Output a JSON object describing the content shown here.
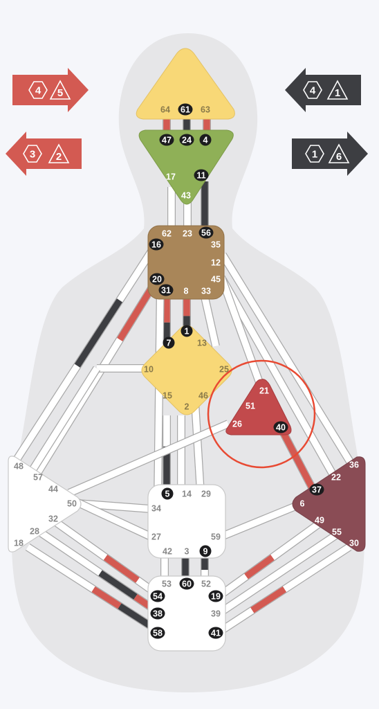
{
  "colors": {
    "background": "#f5f6fa",
    "silhouette": "#e6e6e8",
    "channel_white": "#ffffff",
    "channel_outline": "#a8a8a8",
    "black_activation": "#3d3e42",
    "red_activation": "#d35a52",
    "center_yellow": "#f8d877",
    "center_green": "#8fb057",
    "center_brown": "#a98659",
    "center_maroon": "#8a4c55",
    "center_red": "#c24a4c",
    "center_white": "#ffffff",
    "highlight_ring": "#e84a33"
  },
  "arrows": {
    "top_left": {
      "numbers": [
        "4",
        "5"
      ],
      "color": "#d35a52",
      "direction": "right"
    },
    "bottom_left": {
      "numbers": [
        "3",
        "2"
      ],
      "color": "#d35a52",
      "direction": "left"
    },
    "top_right": {
      "numbers": [
        "4",
        "1"
      ],
      "color": "#3d3e42",
      "direction": "left"
    },
    "bottom_right": {
      "numbers": [
        "1",
        "6"
      ],
      "color": "#3d3e42",
      "direction": "right"
    }
  },
  "centers": [
    {
      "id": "head",
      "shape": "triangle-up",
      "color": "#f8d877",
      "defined": true
    },
    {
      "id": "ajna",
      "shape": "triangle-down",
      "color": "#8fb057",
      "defined": true
    },
    {
      "id": "throat",
      "shape": "square",
      "color": "#a98659",
      "defined": true
    },
    {
      "id": "g",
      "shape": "diamond",
      "color": "#f8d877",
      "defined": true
    },
    {
      "id": "heart",
      "shape": "triangle-small",
      "color": "#c24a4c",
      "defined": true,
      "highlighted": true
    },
    {
      "id": "spleen",
      "shape": "triangle-left",
      "color": "#ffffff",
      "defined": false
    },
    {
      "id": "solar_plexus",
      "shape": "triangle-right",
      "color": "#8a4c55",
      "defined": true
    },
    {
      "id": "sacral",
      "shape": "square",
      "color": "#ffffff",
      "defined": false
    },
    {
      "id": "root",
      "shape": "square",
      "color": "#ffffff",
      "defined": false
    }
  ],
  "gates": [
    {
      "num": "64",
      "active": false
    },
    {
      "num": "61",
      "active": true
    },
    {
      "num": "63",
      "active": false
    },
    {
      "num": "47",
      "active": true
    },
    {
      "num": "24",
      "active": true
    },
    {
      "num": "4",
      "active": true
    },
    {
      "num": "17",
      "active": false
    },
    {
      "num": "11",
      "active": true
    },
    {
      "num": "43",
      "active": false
    },
    {
      "num": "62",
      "active": false
    },
    {
      "num": "23",
      "active": false
    },
    {
      "num": "56",
      "active": true
    },
    {
      "num": "16",
      "active": true
    },
    {
      "num": "35",
      "active": false
    },
    {
      "num": "12",
      "active": false
    },
    {
      "num": "20",
      "active": true
    },
    {
      "num": "45",
      "active": false
    },
    {
      "num": "31",
      "active": true
    },
    {
      "num": "8",
      "active": false
    },
    {
      "num": "33",
      "active": false
    },
    {
      "num": "1",
      "active": true
    },
    {
      "num": "7",
      "active": true
    },
    {
      "num": "13",
      "active": false
    },
    {
      "num": "10",
      "active": false
    },
    {
      "num": "25",
      "active": false
    },
    {
      "num": "15",
      "active": false
    },
    {
      "num": "46",
      "active": false
    },
    {
      "num": "2",
      "active": false
    },
    {
      "num": "21",
      "active": false
    },
    {
      "num": "51",
      "active": false
    },
    {
      "num": "26",
      "active": false
    },
    {
      "num": "40",
      "active": true
    },
    {
      "num": "48",
      "active": false
    },
    {
      "num": "57",
      "active": false
    },
    {
      "num": "44",
      "active": false
    },
    {
      "num": "50",
      "active": false
    },
    {
      "num": "32",
      "active": false
    },
    {
      "num": "28",
      "active": false
    },
    {
      "num": "18",
      "active": false
    },
    {
      "num": "36",
      "active": false
    },
    {
      "num": "22",
      "active": false
    },
    {
      "num": "37",
      "active": true
    },
    {
      "num": "6",
      "active": false
    },
    {
      "num": "49",
      "active": false
    },
    {
      "num": "55",
      "active": false
    },
    {
      "num": "30",
      "active": false
    },
    {
      "num": "5",
      "active": true
    },
    {
      "num": "14",
      "active": false
    },
    {
      "num": "29",
      "active": false
    },
    {
      "num": "34",
      "active": false
    },
    {
      "num": "27",
      "active": false
    },
    {
      "num": "59",
      "active": false
    },
    {
      "num": "42",
      "active": false
    },
    {
      "num": "3",
      "active": false
    },
    {
      "num": "9",
      "active": true
    },
    {
      "num": "53",
      "active": false
    },
    {
      "num": "60",
      "active": true
    },
    {
      "num": "52",
      "active": false
    },
    {
      "num": "54",
      "active": true
    },
    {
      "num": "19",
      "active": true
    },
    {
      "num": "38",
      "active": true
    },
    {
      "num": "39",
      "active": false
    },
    {
      "num": "58",
      "active": true
    },
    {
      "num": "41",
      "active": true
    }
  ]
}
